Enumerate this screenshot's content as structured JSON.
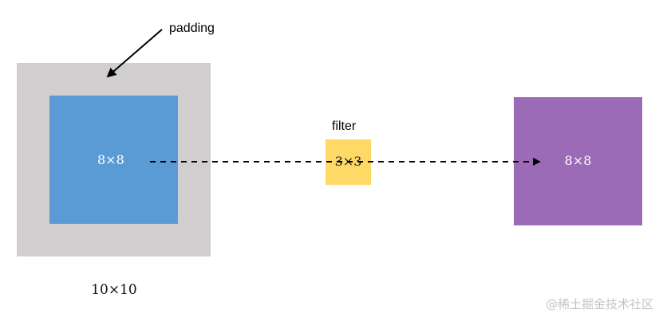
{
  "labels": {
    "padding": "padding",
    "filter": "filter",
    "input_size": "8×8",
    "filter_size": "3×3",
    "output_size": "8×8",
    "padded_size": "10×10"
  },
  "watermark": "@稀土掘金技术社区",
  "colors": {
    "padding": "#d0cece",
    "input": "#5b9bd5",
    "filter": "#ffd966",
    "output": "#9b6bb8",
    "arrow": "#000000"
  }
}
